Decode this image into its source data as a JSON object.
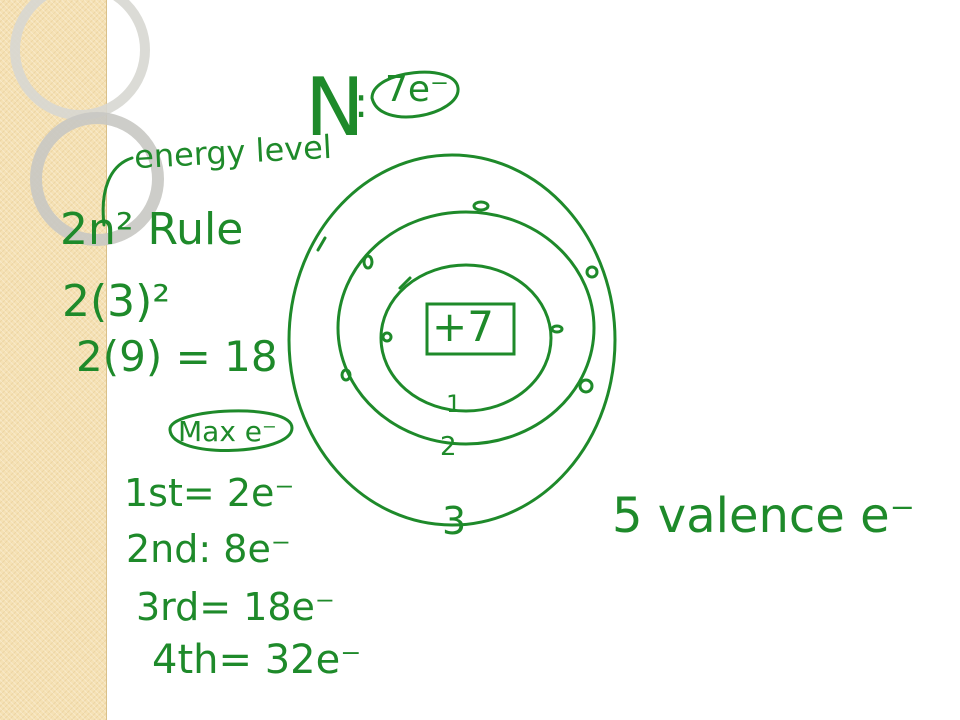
{
  "slide": {
    "element_label": "N",
    "element_colon": ":",
    "electron_count": "7e⁻",
    "energy_level_label": "energy level",
    "rule_label": "2n² Rule",
    "calc_line1": "2(3)²",
    "calc_line2": "2(9) = 18",
    "max_label": "Max e⁻",
    "shell_max": [
      {
        "shell": "1st",
        "sep": "=",
        "value": "2e⁻"
      },
      {
        "shell": "2nd",
        "sep": ":",
        "value": "8e⁻"
      },
      {
        "shell": "3rd",
        "sep": "=",
        "value": "18e⁻"
      },
      {
        "shell": "4th",
        "sep": "=",
        "value": "32e⁻"
      }
    ],
    "nucleus_charge": "+7",
    "shell_numbers": [
      "1",
      "2",
      "3"
    ],
    "valence_text": "5 valence e⁻",
    "ink_color": "#1e8a2a",
    "decor_stripe_color": "#f5e1b4"
  }
}
